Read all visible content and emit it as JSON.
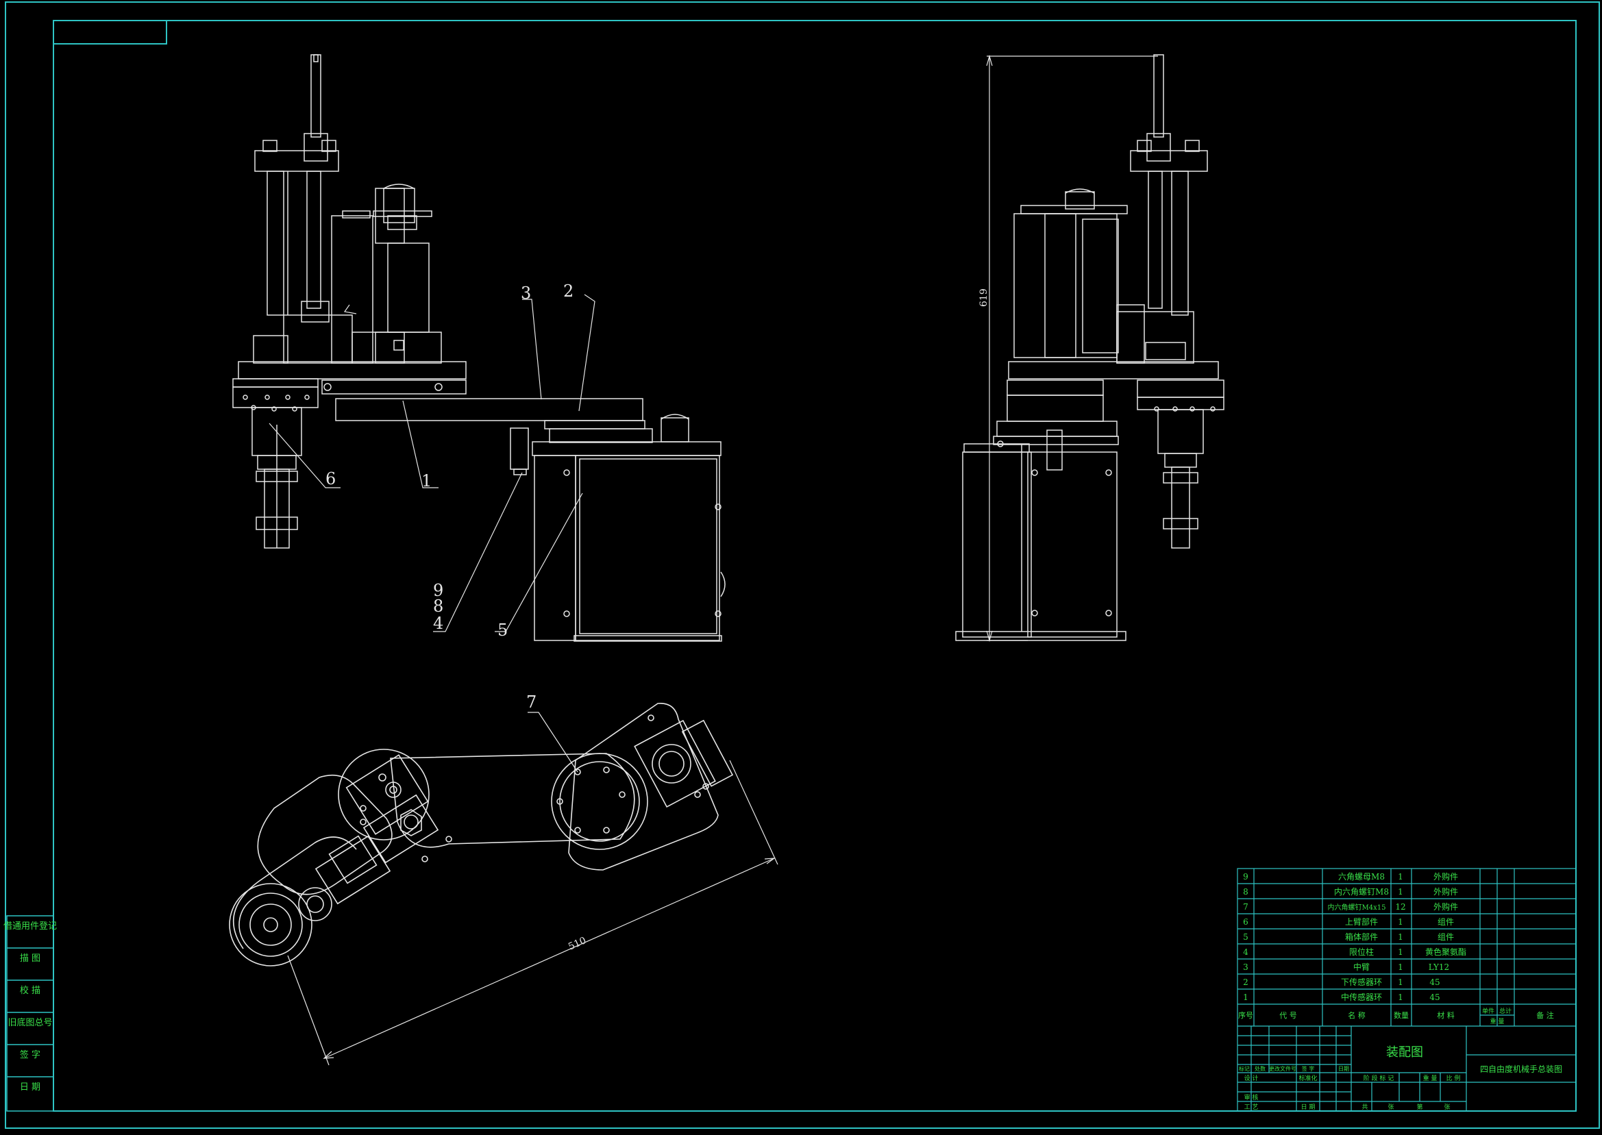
{
  "colors": {
    "background": "#000000",
    "frame": "#2ec4c4",
    "geometry": "#e6e6e6",
    "table_text": "#39e04a"
  },
  "left_strip": [
    "借通用件登记",
    "描 图",
    "校 描",
    "旧底图总号",
    "签 字",
    "日 期"
  ],
  "dimensions": {
    "height_619": "619",
    "length_510": "510"
  },
  "callouts": {
    "c1": "1",
    "c2": "2",
    "c3": "3",
    "c5": "5",
    "c6": "6",
    "c7": "7",
    "c9": "9",
    "c8": "8",
    "c4": "4"
  },
  "parts_list": [
    {
      "no": "9",
      "name": "六角螺母M8",
      "qty": "1",
      "material": "外购件"
    },
    {
      "no": "8",
      "name": "内六角螺钉M8",
      "qty": "1",
      "material": "外购件"
    },
    {
      "no": "7",
      "name": "内六角螺钉M4x15",
      "qty": "12",
      "material": "外购件"
    },
    {
      "no": "6",
      "name": "上臂部件",
      "qty": "1",
      "material": "组件"
    },
    {
      "no": "5",
      "name": "箱体部件",
      "qty": "1",
      "material": "组件"
    },
    {
      "no": "4",
      "name": "限位柱",
      "qty": "1",
      "material": "黄色聚氨酯"
    },
    {
      "no": "3",
      "name": "中臂",
      "qty": "1",
      "material": "LY12"
    },
    {
      "no": "2",
      "name": "下传感器环",
      "qty": "1",
      "material": "45"
    },
    {
      "no": "1",
      "name": "中传感器环",
      "qty": "1",
      "material": "45"
    }
  ],
  "parts_header": {
    "no": "序号",
    "code": "代 号",
    "name": "名 称",
    "qty": "数量",
    "material": "材 料",
    "unit": "单件",
    "total": "总计",
    "weight": "重 量",
    "remark": "备 注"
  },
  "title_block": {
    "drawing_title": "装配图",
    "product_name": "四自由度机械手总装图",
    "row_labels": {
      "mark": "标记",
      "count": "处数",
      "doc": "更改文件号",
      "sign": "签 字",
      "date": "日期"
    },
    "design": "设 计",
    "standardize": "标准化",
    "review": "审 核",
    "process": "工 艺",
    "date": "日 期",
    "stage": "阶 段 标 记",
    "weight": "重 量",
    "scale": "比 例",
    "sheets": "共",
    "sheet_unit": "张",
    "page": "第",
    "page_unit": "张"
  }
}
